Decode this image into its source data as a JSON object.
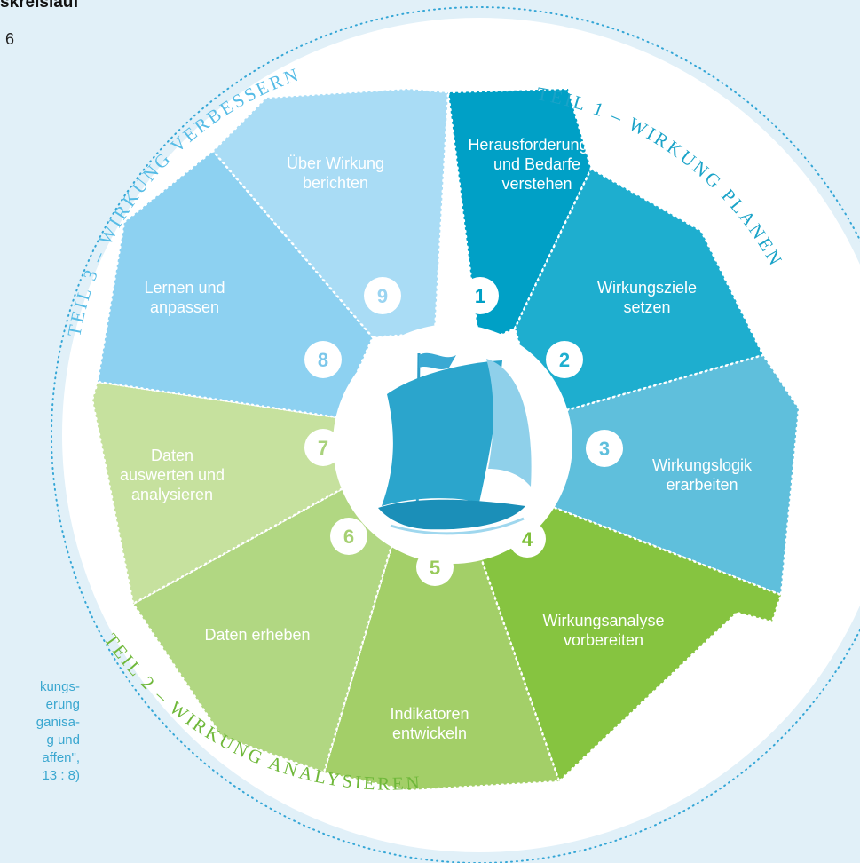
{
  "header": {
    "title": "skreislauf",
    "subtitle": "6"
  },
  "side_note": {
    "lines": [
      "kungs-",
      "erung",
      "ganisa-",
      "g und",
      "affen\",",
      "13 : 8)"
    ]
  },
  "parts": [
    {
      "label": "TEIL 1 – WIRKUNG PLANEN",
      "color": "#1aa3c8"
    },
    {
      "label": "TEIL 2 – WIRKUNG ANALYSIEREN",
      "color": "#6fb83a"
    },
    {
      "label": "TEIL 3 – WIRKUNG VERBESSERN",
      "color": "#56bce6"
    }
  ],
  "steps": [
    {
      "number": "1",
      "lines": [
        "Herausforderungen",
        "und Bedarfe",
        "verstehen"
      ],
      "color": "#00a0c6",
      "num_color": "#00a0c6"
    },
    {
      "number": "2",
      "lines": [
        "Wirkungsziele",
        "setzen"
      ],
      "color": "#1eaecf",
      "num_color": "#1eaecf"
    },
    {
      "number": "3",
      "lines": [
        "Wirkungslogik",
        "erarbeiten"
      ],
      "color": "#5fbfdc",
      "num_color": "#5fbfdc"
    },
    {
      "number": "4",
      "lines": [
        "Wirkungsanalyse",
        "vorbereiten"
      ],
      "color": "#86c440",
      "num_color": "#7dbf38"
    },
    {
      "number": "5",
      "lines": [
        "Indikatoren",
        "entwickeln"
      ],
      "color": "#a3cf68",
      "num_color": "#98ca5b"
    },
    {
      "number": "6",
      "lines": [
        "Daten erheben"
      ],
      "color": "#b1d782",
      "num_color": "#a6d073"
    },
    {
      "number": "7",
      "lines": [
        "Daten",
        "auswerten und",
        "analysieren"
      ],
      "color": "#c6e19e",
      "num_color": "#a9d27c"
    },
    {
      "number": "8",
      "lines": [
        "Lernen und",
        "anpassen"
      ],
      "color": "#8dd1f1",
      "num_color": "#7cc7ea"
    },
    {
      "number": "9",
      "lines": [
        "Über Wirkung",
        "berichten"
      ],
      "color": "#a9dcf5",
      "num_color": "#9ad4f1"
    }
  ],
  "center_icon": "sailing-ship-icon"
}
